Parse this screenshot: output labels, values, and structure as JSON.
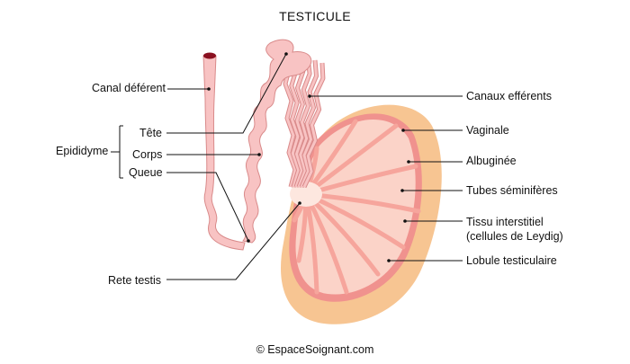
{
  "title": "TESTICULE",
  "credit": "© EspaceSoignant.com",
  "labels": {
    "canal_deferent": "Canal déférent",
    "epididyme": "Epididyme",
    "tete": "Tête",
    "corps": "Corps",
    "queue": "Queue",
    "rete_testis": "Rete testis",
    "canaux_efferents": "Canaux efférents",
    "vaginale": "Vaginale",
    "albuginee": "Albuginée",
    "tubes_seminiferes": "Tubes séminifères",
    "tissu_interstitiel_1": "Tissu interstitiel",
    "tissu_interstitiel_2": "(cellules de Leydig)",
    "lobule_testiculaire": "Lobule testiculaire"
  },
  "colors": {
    "vaginale": "#f7c592",
    "albuginee": "#f0928e",
    "lobule": "#fbd3c8",
    "septa": "#f6a59c",
    "duct_fill": "#f8c3c3",
    "duct_stroke": "#d98a8a",
    "vas_lumen": "#8a1020",
    "rete": "#fde7df",
    "leader": "#111111"
  },
  "icons": [
    "bullet-dot"
  ]
}
